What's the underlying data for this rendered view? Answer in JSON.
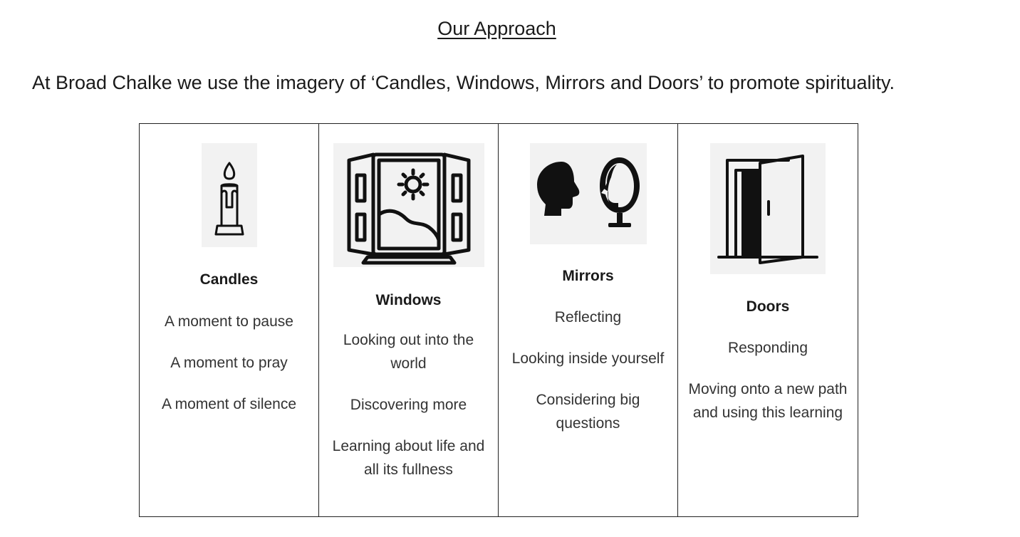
{
  "heading": "Our Approach",
  "intro": "At Broad Chalke we use the imagery of ‘Candles, Windows, Mirrors and Doors’ to promote spirituality.",
  "columns": [
    {
      "icon": "candle-icon",
      "title": "Candles",
      "lines": [
        "A moment to pause",
        "A moment to pray",
        "A moment of silence"
      ]
    },
    {
      "icon": "window-icon",
      "title": "Windows",
      "lines": [
        "Looking out into the world",
        "Discovering more",
        "Learning about life and all its fullness"
      ]
    },
    {
      "icon": "mirror-icon",
      "title": "Mirrors",
      "lines": [
        "Reflecting",
        "Looking inside yourself",
        "Considering big questions"
      ]
    },
    {
      "icon": "door-icon",
      "title": "Doors",
      "lines": [
        "Responding",
        "Moving onto a new path and using this learning"
      ]
    }
  ]
}
